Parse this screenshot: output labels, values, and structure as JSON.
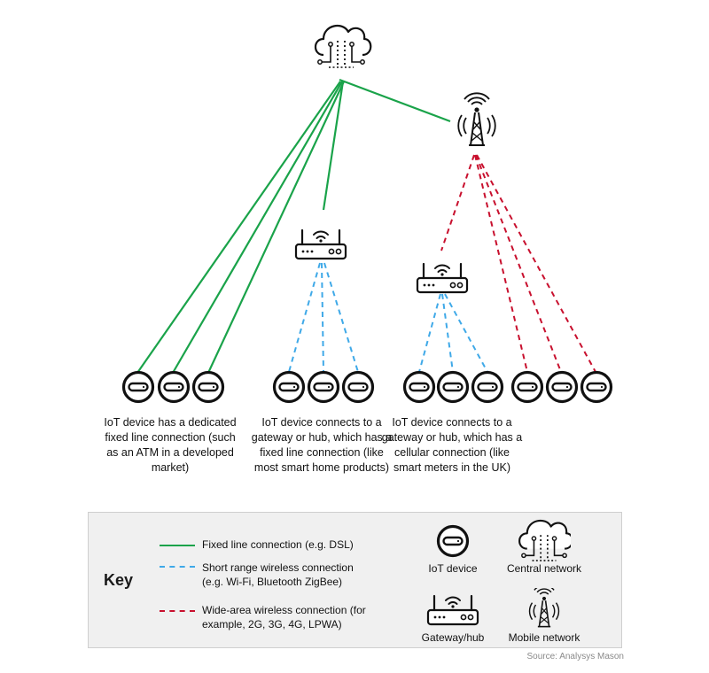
{
  "colors": {
    "fixed_line": "#1aa34a",
    "short_range": "#3fa9e8",
    "wide_area": "#c8102e",
    "key_background": "#f0f0f0"
  },
  "icons": {
    "central_network": "cloud-network-icon",
    "mobile_network": "cell-tower-icon",
    "gateway": "router-icon",
    "iot_device": "iot-device-icon"
  },
  "captions": {
    "fixed": "IoT device has a dedicated fixed line connection (such as an ATM in a developed market)",
    "gateway_fixed": "IoT device connects to a gateway or hub, which has a fixed line connection (like most smart home products)",
    "gateway_cellular": "IoT device connects to a gateway or hub, which has a cellular connection (like smart meters in the UK)"
  },
  "key": {
    "title": "Key",
    "fixed_line": "Fixed line connection (e.g. DSL)",
    "short_range_1": "Short range wireless connection",
    "short_range_2": "(e.g. Wi-Fi, Bluetooth ZigBee)",
    "wide_area_1": "Wide-area wireless connection (for",
    "wide_area_2": "example, 2G, 3G, 4G, LPWA)",
    "iot_device": "IoT device",
    "central_network": "Central network",
    "gateway_hub": "Gateway/hub",
    "mobile_network": "Mobile network"
  },
  "source": "Source: Analysys Mason"
}
